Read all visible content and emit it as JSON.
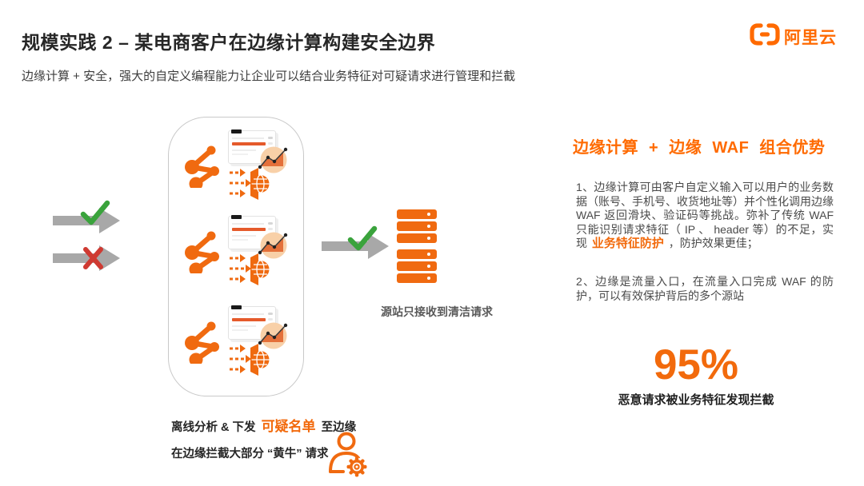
{
  "slide": {
    "title": "规模实践 2 – 某电商客户在边缘计算构建安全边界",
    "subtitle": "边缘计算 + 安全，强大的自定义编程能力让企业可以结合业务特征对可疑请求进行管理和拦截"
  },
  "logo": {
    "text": "阿里云"
  },
  "diagram": {
    "origin_caption": "源站只接收到清洁请求",
    "note_line1": {
      "before": "离线分析 & 下发",
      "highlight": "可疑名单",
      "after": "至边缘"
    },
    "note_line2": "在边缘拦截大部分 “黄牛” 请求"
  },
  "benefits": {
    "heading": "边缘计算 + 边缘 WAF 组合优势",
    "point1": {
      "before": "1、边缘计算可由客户自定义输入可以用户的业务数据（账号、手机号、收货地址等）并个性化调用边缘 WAF 返回滑块、验证码等挑战。弥补了传统 WAF 只能识别请求特征（ IP 、 header 等）的不足，实现",
      "highlight": "业务特征防护",
      "after": "，防护效果更佳；"
    },
    "point2": "2、边缘是流量入口，在流量入口完成 WAF 的防护，可以有效保护背后的多个源站",
    "stat": {
      "value": "95%",
      "caption": "恶意请求被业务特征发现拦截"
    }
  },
  "colors": {
    "accent_orange": "#FF6A00",
    "deep_orange": "#f06a10",
    "arrow_gray": "#a8a8a8",
    "check_green": "#3aa33c",
    "cross_red": "#cf3a32"
  }
}
